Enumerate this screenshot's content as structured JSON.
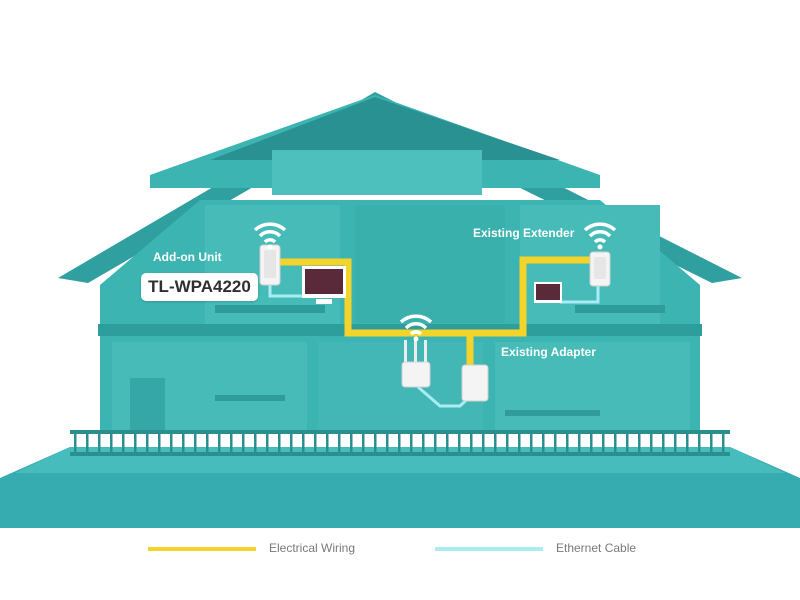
{
  "labels": {
    "addon_unit": "Add-on Unit",
    "model": "TL-WPA4220",
    "existing_extender": "Existing Extender",
    "existing_adapter": "Existing Adapter"
  },
  "legend": [
    {
      "label": "Electrical Wiring",
      "color": "#f4d32a"
    },
    {
      "label": "Ethernet Cable",
      "color": "#a9ecf2"
    }
  ],
  "colors": {
    "house": "#3bb4b2",
    "house_dark": "#2d9a98",
    "house_light": "#63c8c4",
    "wiring": "#f4d32a",
    "ethernet": "#a9ecf2"
  }
}
